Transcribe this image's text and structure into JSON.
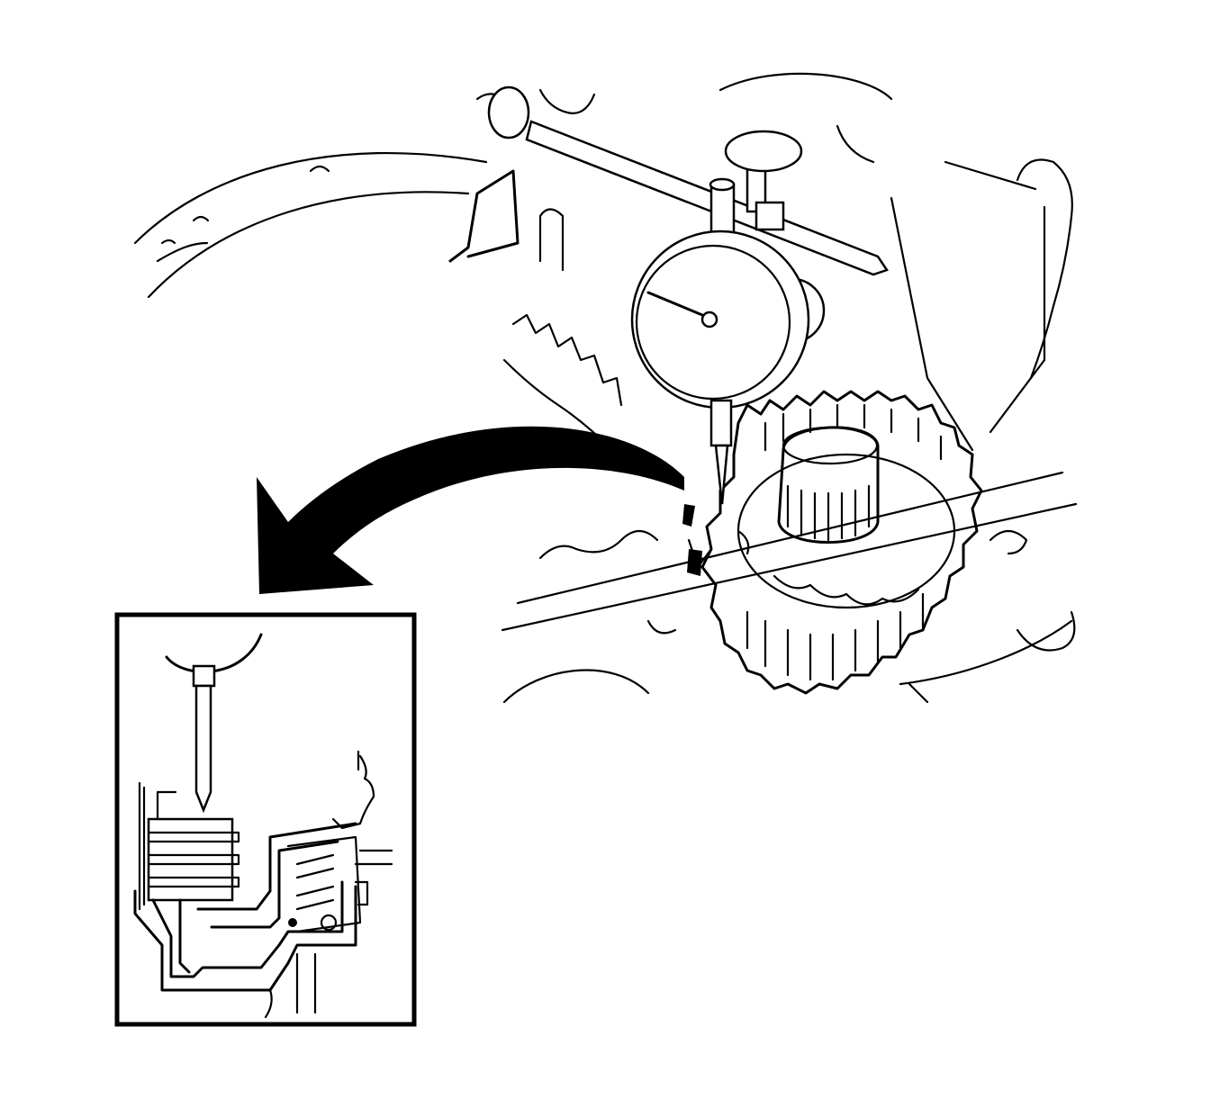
{
  "diagram": {
    "components": [
      {
        "id": "dial-indicator",
        "icon": "dial-gauge-icon"
      },
      {
        "id": "magnetic-stand-arm",
        "icon": "stand-bar-icon"
      },
      {
        "id": "gear-assembly",
        "icon": "gear-icon"
      },
      {
        "id": "transmission-case",
        "icon": "housing-icon"
      },
      {
        "id": "detail-arrow",
        "icon": "curved-arrow-icon"
      },
      {
        "id": "detail-inset",
        "icon": "clutch-pack-detail-icon"
      }
    ]
  }
}
